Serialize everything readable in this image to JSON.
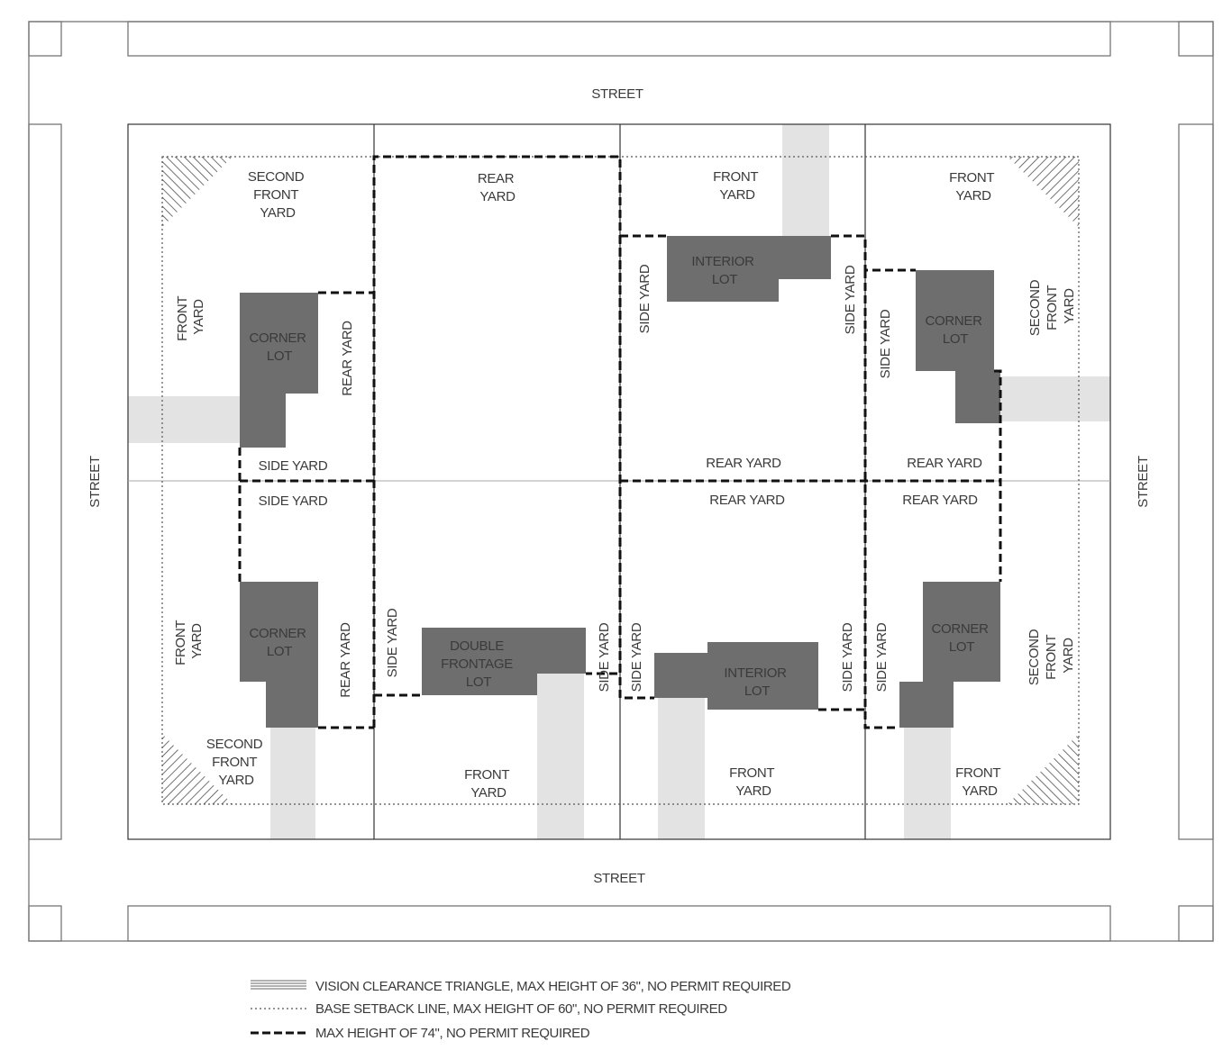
{
  "streets": {
    "top": "STREET",
    "bottom": "STREET",
    "left": "STREET",
    "right": "STREET"
  },
  "lots": {
    "top_left": {
      "name": [
        "CORNER",
        "LOT"
      ],
      "second_front_yard": [
        "SECOND",
        "FRONT",
        "YARD"
      ],
      "front_yard": [
        "FRONT",
        "YARD"
      ],
      "rear_yard": "REAR YARD",
      "side_yard": "SIDE YARD"
    },
    "bottom_left": {
      "name": [
        "CORNER",
        "LOT"
      ],
      "second_front_yard": [
        "SECOND",
        "FRONT",
        "YARD"
      ],
      "front_yard": [
        "FRONT",
        "YARD"
      ],
      "rear_yard": "REAR YARD",
      "side_yard": "SIDE YARD"
    },
    "double_frontage": {
      "name": [
        "DOUBLE",
        "FRONTAGE",
        "LOT"
      ],
      "rear_yard": [
        "REAR",
        "YARD"
      ],
      "front_yard": [
        "FRONT",
        "YARD"
      ],
      "side_yard_left": "SIDE YARD",
      "side_yard_right": "SIDE YARD"
    },
    "top_interior": {
      "name": [
        "INTERIOR",
        "LOT"
      ],
      "front_yard": [
        "FRONT",
        "YARD"
      ],
      "side_yard_left": "SIDE YARD",
      "side_yard_right": "SIDE YARD",
      "rear_yard": "REAR YARD"
    },
    "bottom_interior": {
      "name": [
        "INTERIOR",
        "LOT"
      ],
      "front_yard": [
        "FRONT",
        "YARD"
      ],
      "side_yard_left": "SIDE YARD",
      "side_yard_right": "SIDE YARD",
      "rear_yard": "REAR YARD"
    },
    "top_right": {
      "name": [
        "CORNER",
        "LOT"
      ],
      "front_yard": [
        "FRONT",
        "YARD"
      ],
      "second_front_yard": [
        "SECOND",
        "FRONT",
        "YARD"
      ],
      "side_yard": "SIDE YARD",
      "rear_yard": "REAR YARD"
    },
    "bottom_right": {
      "name": [
        "CORNER",
        "LOT"
      ],
      "front_yard": [
        "FRONT",
        "YARD"
      ],
      "second_front_yard": [
        "SECOND",
        "FRONT",
        "YARD"
      ],
      "side_yard": "SIDE YARD",
      "rear_yard": "REAR YARD"
    }
  },
  "legend": [
    {
      "symbol": "vision-clearance-hatch",
      "text": "VISION CLEARANCE TRIANGLE, MAX HEIGHT OF 36\", NO PERMIT REQUIRED"
    },
    {
      "symbol": "dotted-line",
      "text": "BASE SETBACK LINE, MAX HEIGHT OF 60\", NO PERMIT REQUIRED"
    },
    {
      "symbol": "heavy-dashed-line",
      "text": "MAX HEIGHT OF 74\",  NO PERMIT REQUIRED"
    }
  ],
  "colors": {
    "building": "#6e6e6e",
    "driveway": "#e3e3e3",
    "line": "#111111"
  }
}
